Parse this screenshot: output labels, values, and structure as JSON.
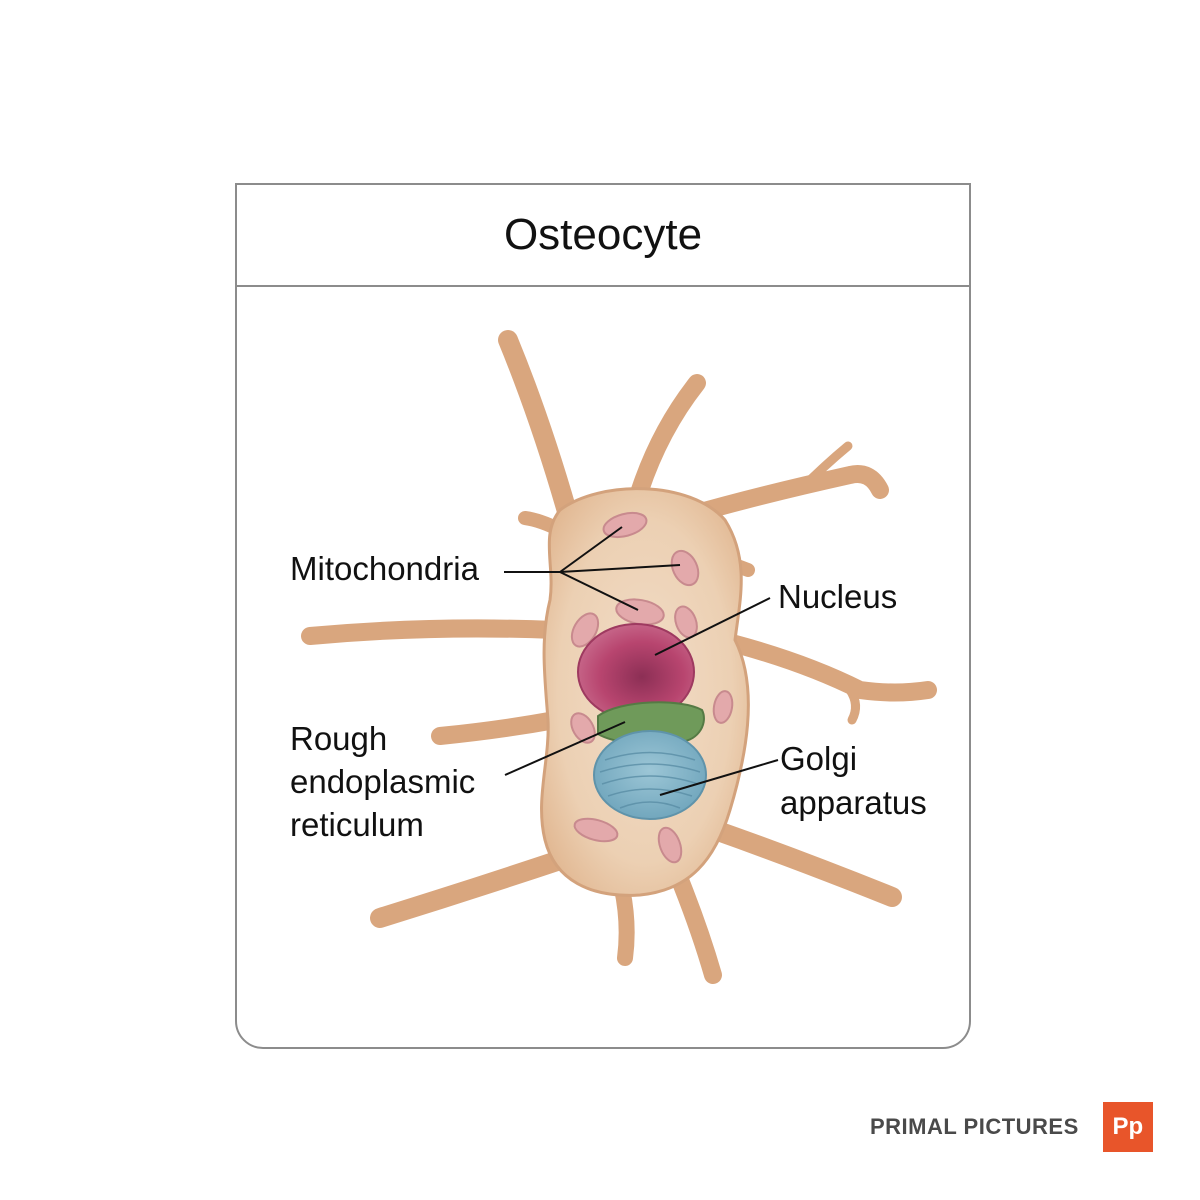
{
  "title": "Osteocyte",
  "labels": {
    "mitochondria": "Mitochondria",
    "nucleus": "Nucleus",
    "rough_er_line1": "Rough",
    "rough_er_line2": "endoplasmic",
    "rough_er_line3": "reticulum",
    "golgi_line1": "Golgi",
    "golgi_line2": "apparatus"
  },
  "brand": {
    "name": "PRIMAL PICTURES",
    "logo_text": "Pp"
  },
  "colors": {
    "cytoplasm": "#e9c6a4",
    "cell_outline": "#c9946c",
    "nucleus": "#b8456f",
    "rough_er": "#6f9a5a",
    "golgi": "#7fb3c8",
    "mitochondria": "#e3a9ab",
    "brand": "#e8552a"
  }
}
